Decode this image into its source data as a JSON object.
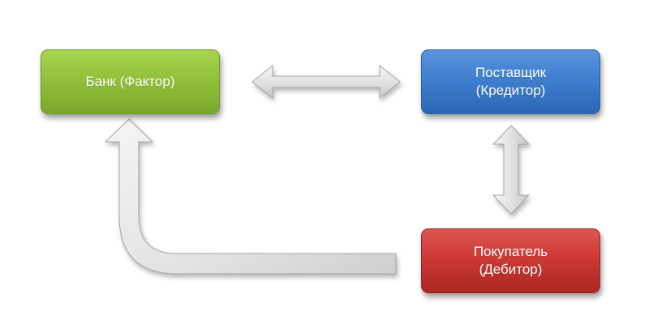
{
  "diagram": {
    "nodes": {
      "bank": {
        "label": "Банк (Фактор)",
        "color": "#93c13c"
      },
      "supplier": {
        "label": "Поставщик\n(Кредитор)",
        "color": "#3f7fcf"
      },
      "buyer": {
        "label": "Покупатель\n(Дебитор)",
        "color": "#cc3a35"
      }
    },
    "connectors": [
      {
        "from": "bank",
        "to": "supplier",
        "style": "double-arrow"
      },
      {
        "from": "supplier",
        "to": "buyer",
        "style": "double-arrow"
      },
      {
        "from": "buyer",
        "to": "bank",
        "style": "bent-up-arrow"
      }
    ],
    "arrow_color": "#e8e8e8"
  }
}
